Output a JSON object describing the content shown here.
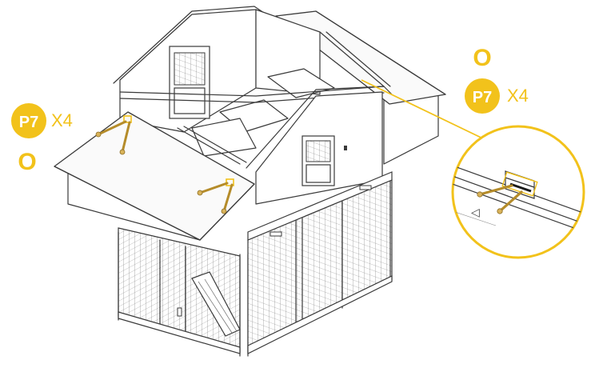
{
  "colors": {
    "accent": "#f2c21b",
    "line": "#3a3a3a",
    "background": "#ffffff"
  },
  "left_callout": {
    "part_label": "P7",
    "quantity": "X4",
    "step_marker": "O"
  },
  "right_callout": {
    "step_marker": "O",
    "part_label": "P7",
    "quantity": "X4"
  },
  "detail_view": {
    "direction_symbol": "◁"
  }
}
